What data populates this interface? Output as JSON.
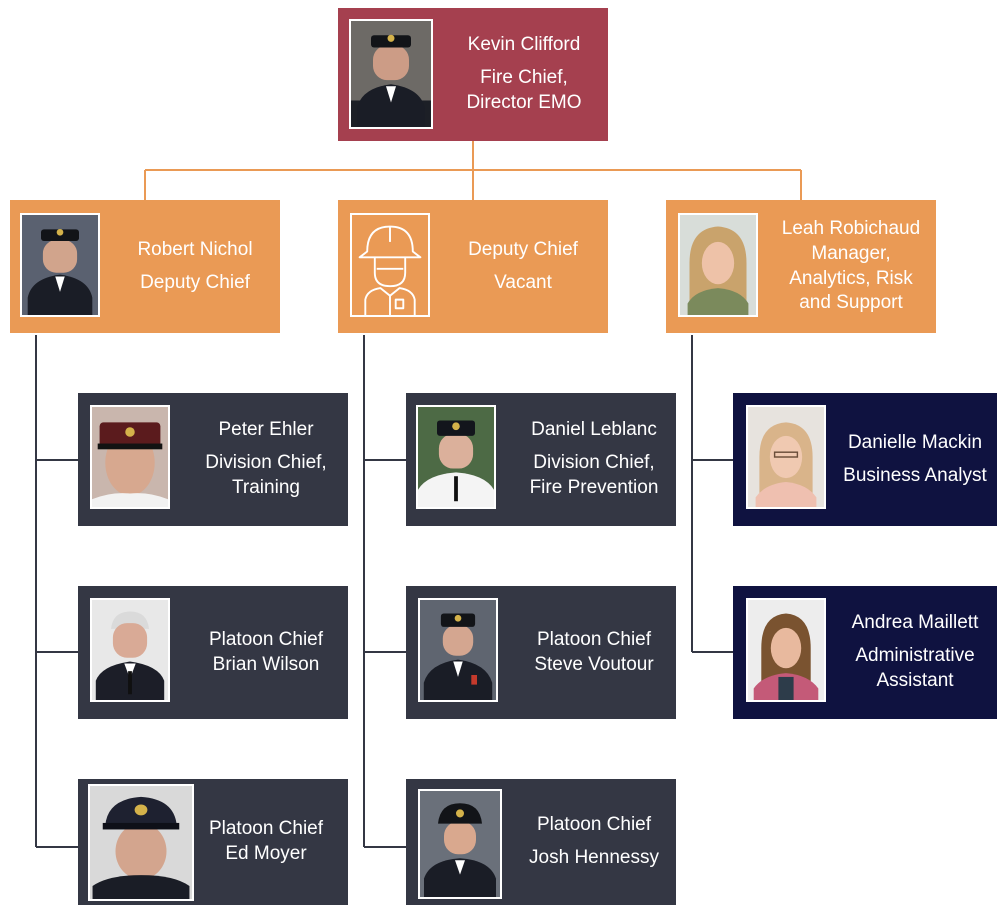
{
  "root": {
    "name": "Kevin Clifford",
    "title_line1": "Fire Chief,",
    "title_line2": "Director EMO",
    "photo_icon": "person-photo-icon"
  },
  "deputies": [
    {
      "line1": "Robert Nichol",
      "line2": "Deputy Chief",
      "photo_icon": "person-photo-icon"
    },
    {
      "line1": "Deputy Chief",
      "line2": "Vacant",
      "photo_icon": "firefighter-icon"
    },
    {
      "line1": "Leah Robichaud",
      "line2": "Manager,",
      "line3": "Analytics, Risk",
      "line4": "and Support",
      "photo_icon": "person-photo-icon"
    }
  ],
  "staff": [
    {
      "line1": "Peter Ehler",
      "line2": "Division Chief,",
      "line3": "Training"
    },
    {
      "line1": "Platoon Chief",
      "line2": "Brian Wilson"
    },
    {
      "line1": "Platoon Chief",
      "line2": "Ed Moyer"
    },
    {
      "line1": "Daniel Leblanc",
      "line2": "Division Chief,",
      "line3": "Fire Prevention"
    },
    {
      "line1": "Platoon Chief",
      "line2": "Steve Voutour"
    },
    {
      "line1": "Platoon Chief",
      "line2": "Josh Hennessy"
    },
    {
      "line1": "Danielle Mackin",
      "line2": "Business Analyst"
    },
    {
      "line1": "Andrea Maillett",
      "line2": "Administrative",
      "line3": "Assistant"
    }
  ],
  "colors": {
    "root": "#a5404f",
    "deputy": "#ea9a55",
    "staff": "#343744",
    "support": "#0f1240",
    "text": "#ffffff"
  }
}
